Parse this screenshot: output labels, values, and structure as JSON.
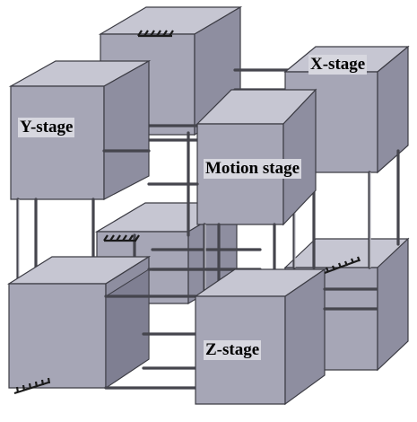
{
  "labels": {
    "x_stage": "X-stage",
    "y_stage": "Y-stage",
    "motion_stage": "Motion stage",
    "z_stage": "Z-stage"
  },
  "colors": {
    "cube_front": "#a6a6b6",
    "cube_top": "#c6c6d2",
    "cube_side": "#8e8ea0",
    "rod": "#45454d",
    "label_background": "#d7d7df"
  }
}
